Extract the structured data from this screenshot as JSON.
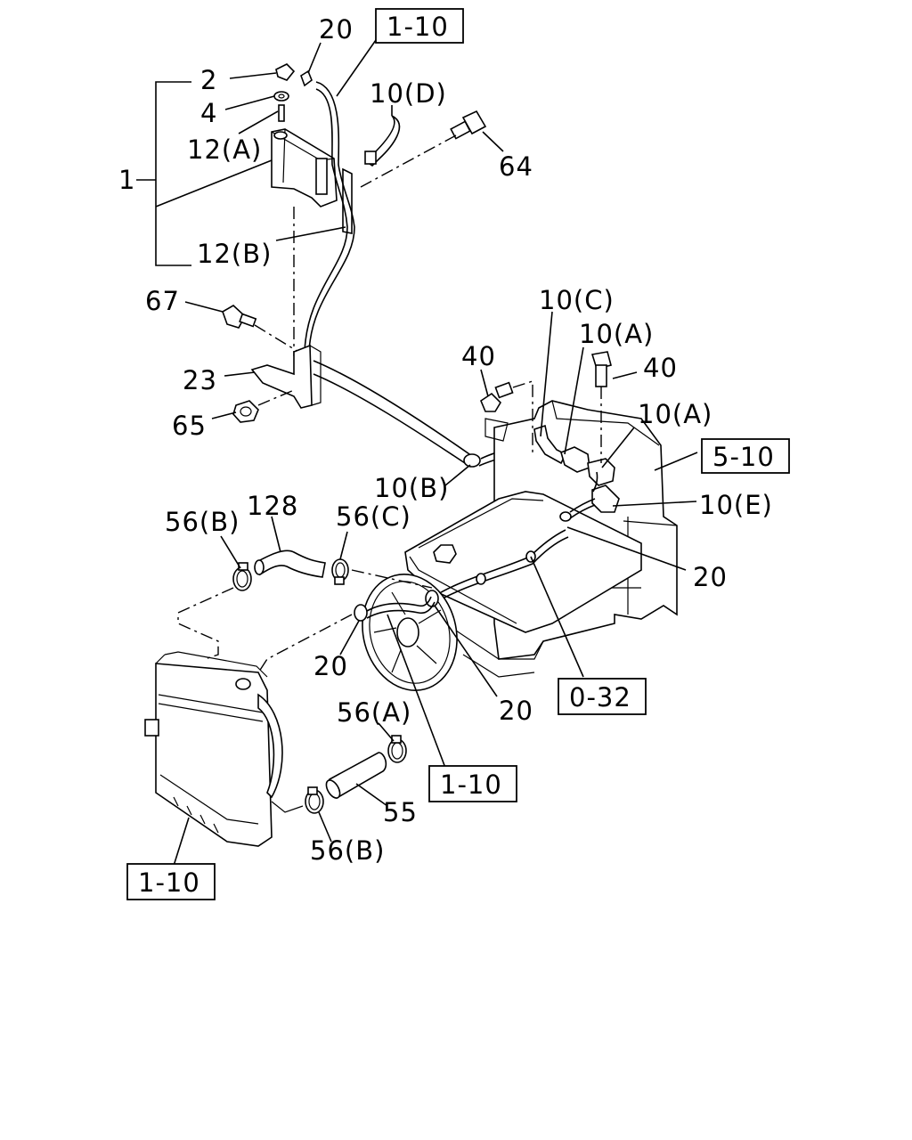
{
  "colors": {
    "ink": "#000000",
    "paper": "#ffffff"
  },
  "callouts": {
    "c2": "2",
    "c4": "4",
    "c12a": "12(A)",
    "c1": "1",
    "c12b": "12(B)",
    "c20_top": "20",
    "c10d": "10(D)",
    "c64": "64",
    "c67": "67",
    "c23": "23",
    "c65": "65",
    "c40_left": "40",
    "c10c": "10(C)",
    "c10a_1": "10(A)",
    "c40_right": "40",
    "c10a_2": "10(A)",
    "c10b": "10(B)",
    "c10e": "10(E)",
    "c20_right": "20",
    "c56b_top": "56(B)",
    "c128": "128",
    "c56c": "56(C)",
    "c20_fan": "20",
    "c20_mid": "20",
    "c56a": "56(A)",
    "c55": "55",
    "c56b_bottom": "56(B)"
  },
  "references": {
    "ref_top": "1-10",
    "ref_right": "5-10",
    "ref_engine": "0-32",
    "ref_hose": "1-10",
    "ref_radiator": "1-10"
  }
}
